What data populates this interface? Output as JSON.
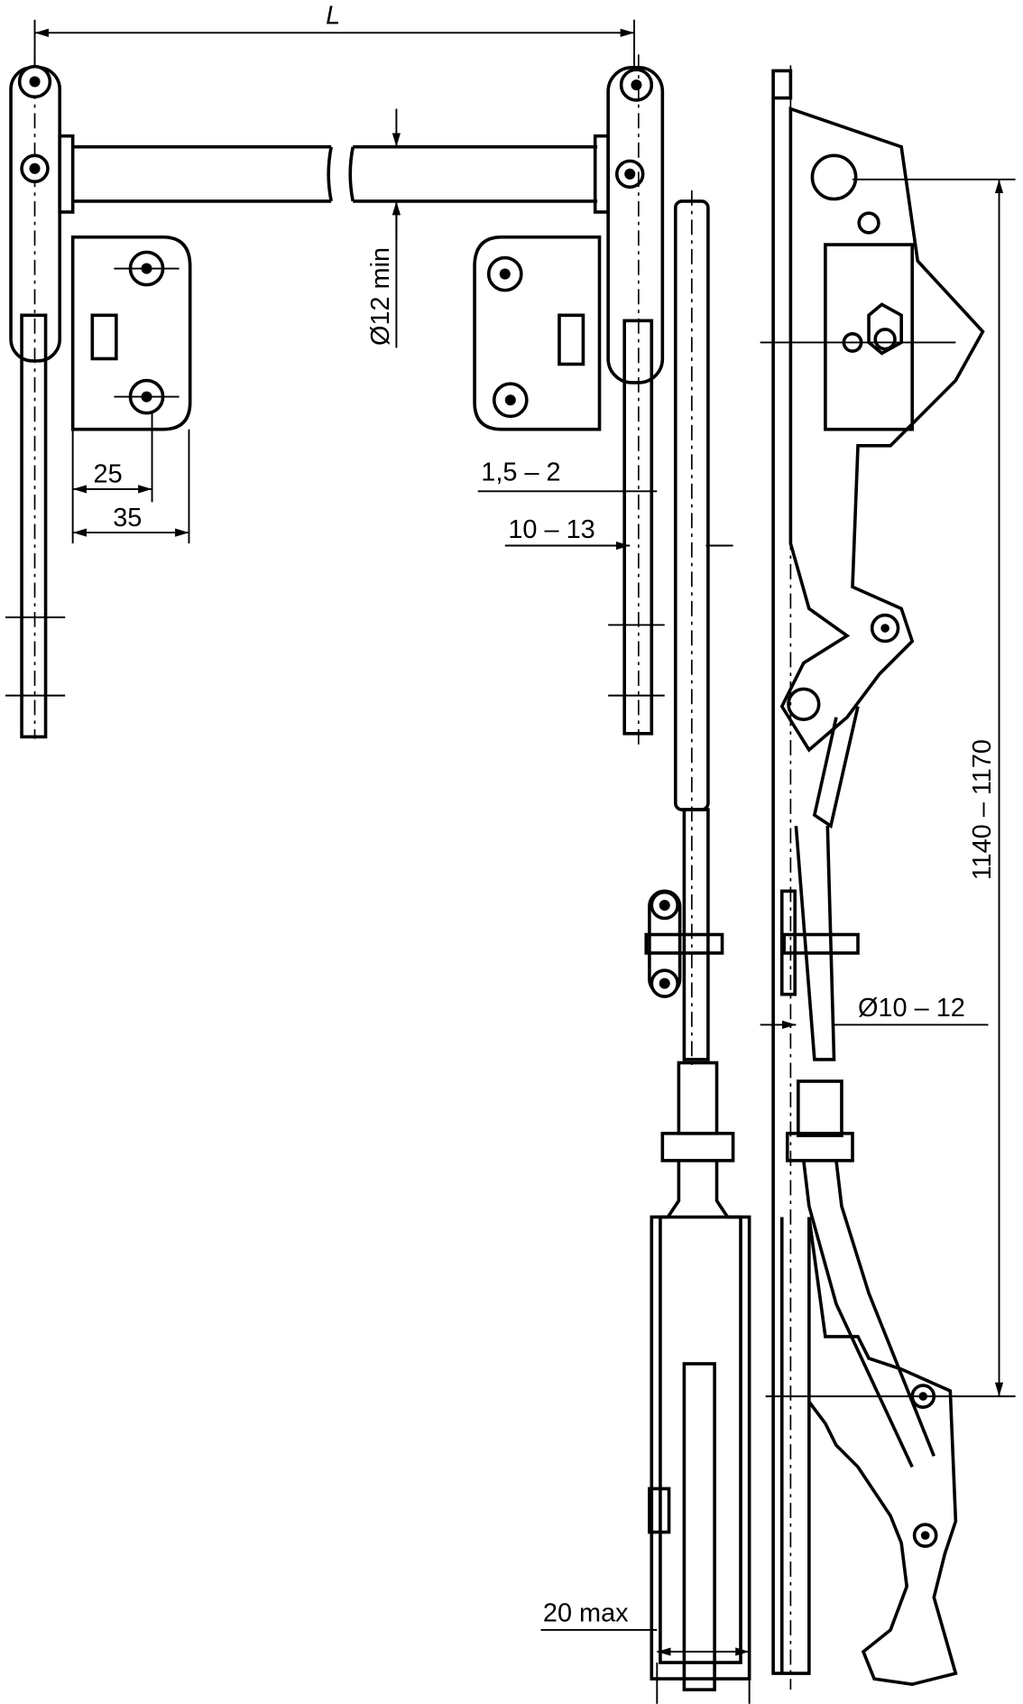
{
  "drawing": {
    "dimensions": {
      "length": "L",
      "rod_diameter": "Ø12 min",
      "offset_small": "25",
      "offset_large": "35",
      "gap": "1,5 – 2",
      "clearance": "10 – 13",
      "pin_diameter": "Ø10 – 12",
      "height_range": "1140 – 1170",
      "max_width": "20 max"
    }
  }
}
